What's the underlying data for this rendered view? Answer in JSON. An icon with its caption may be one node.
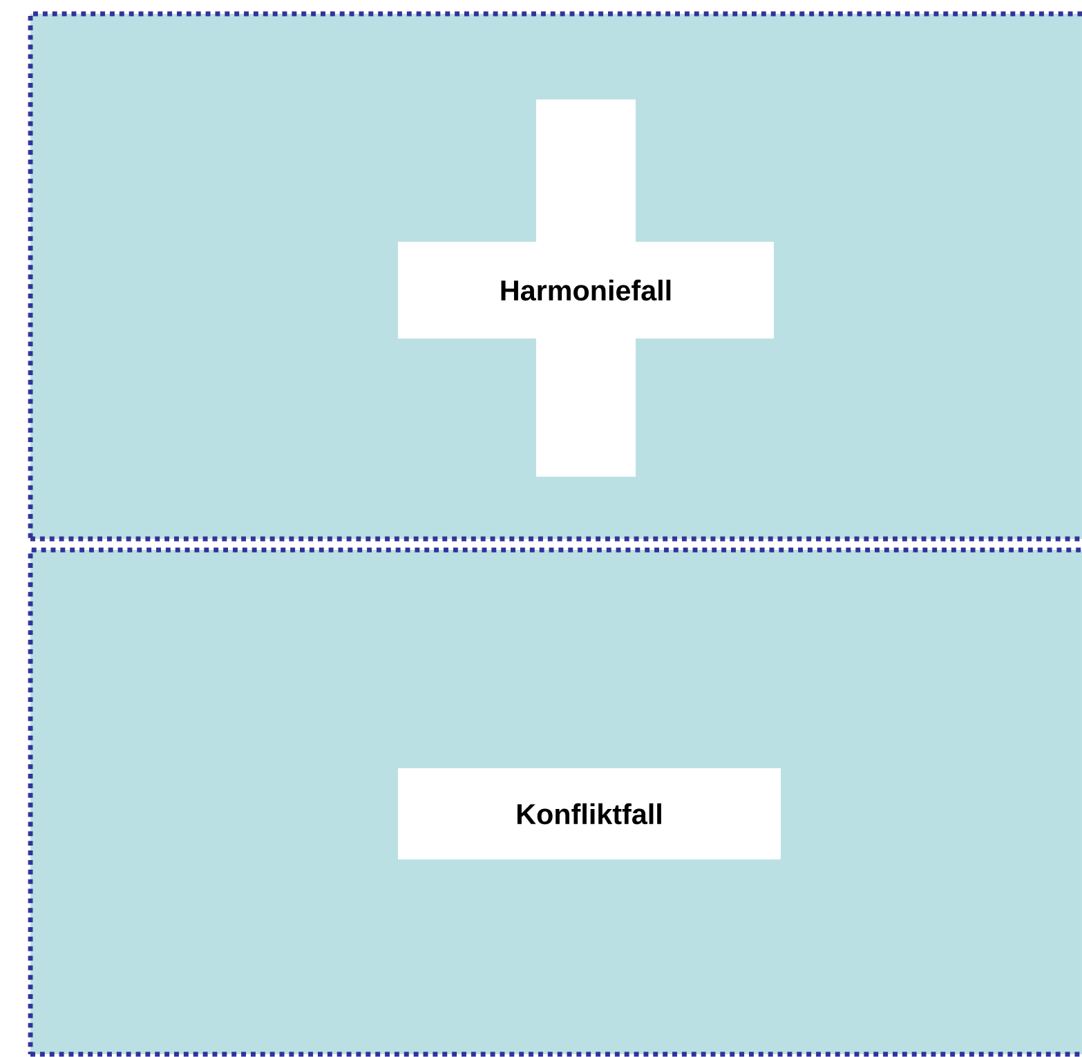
{
  "diagram": {
    "nodes": [
      {
        "text": [],
        "shape": "box"
      },
      {
        "text": [
          "Harmoniefall"
        ],
        "in": 0
      },
      {
        "text": [],
        "shape": "box"
      },
      {
        "text": [
          "Konfliktfall"
        ],
        "in": 2
      }
    ]
  }
}
